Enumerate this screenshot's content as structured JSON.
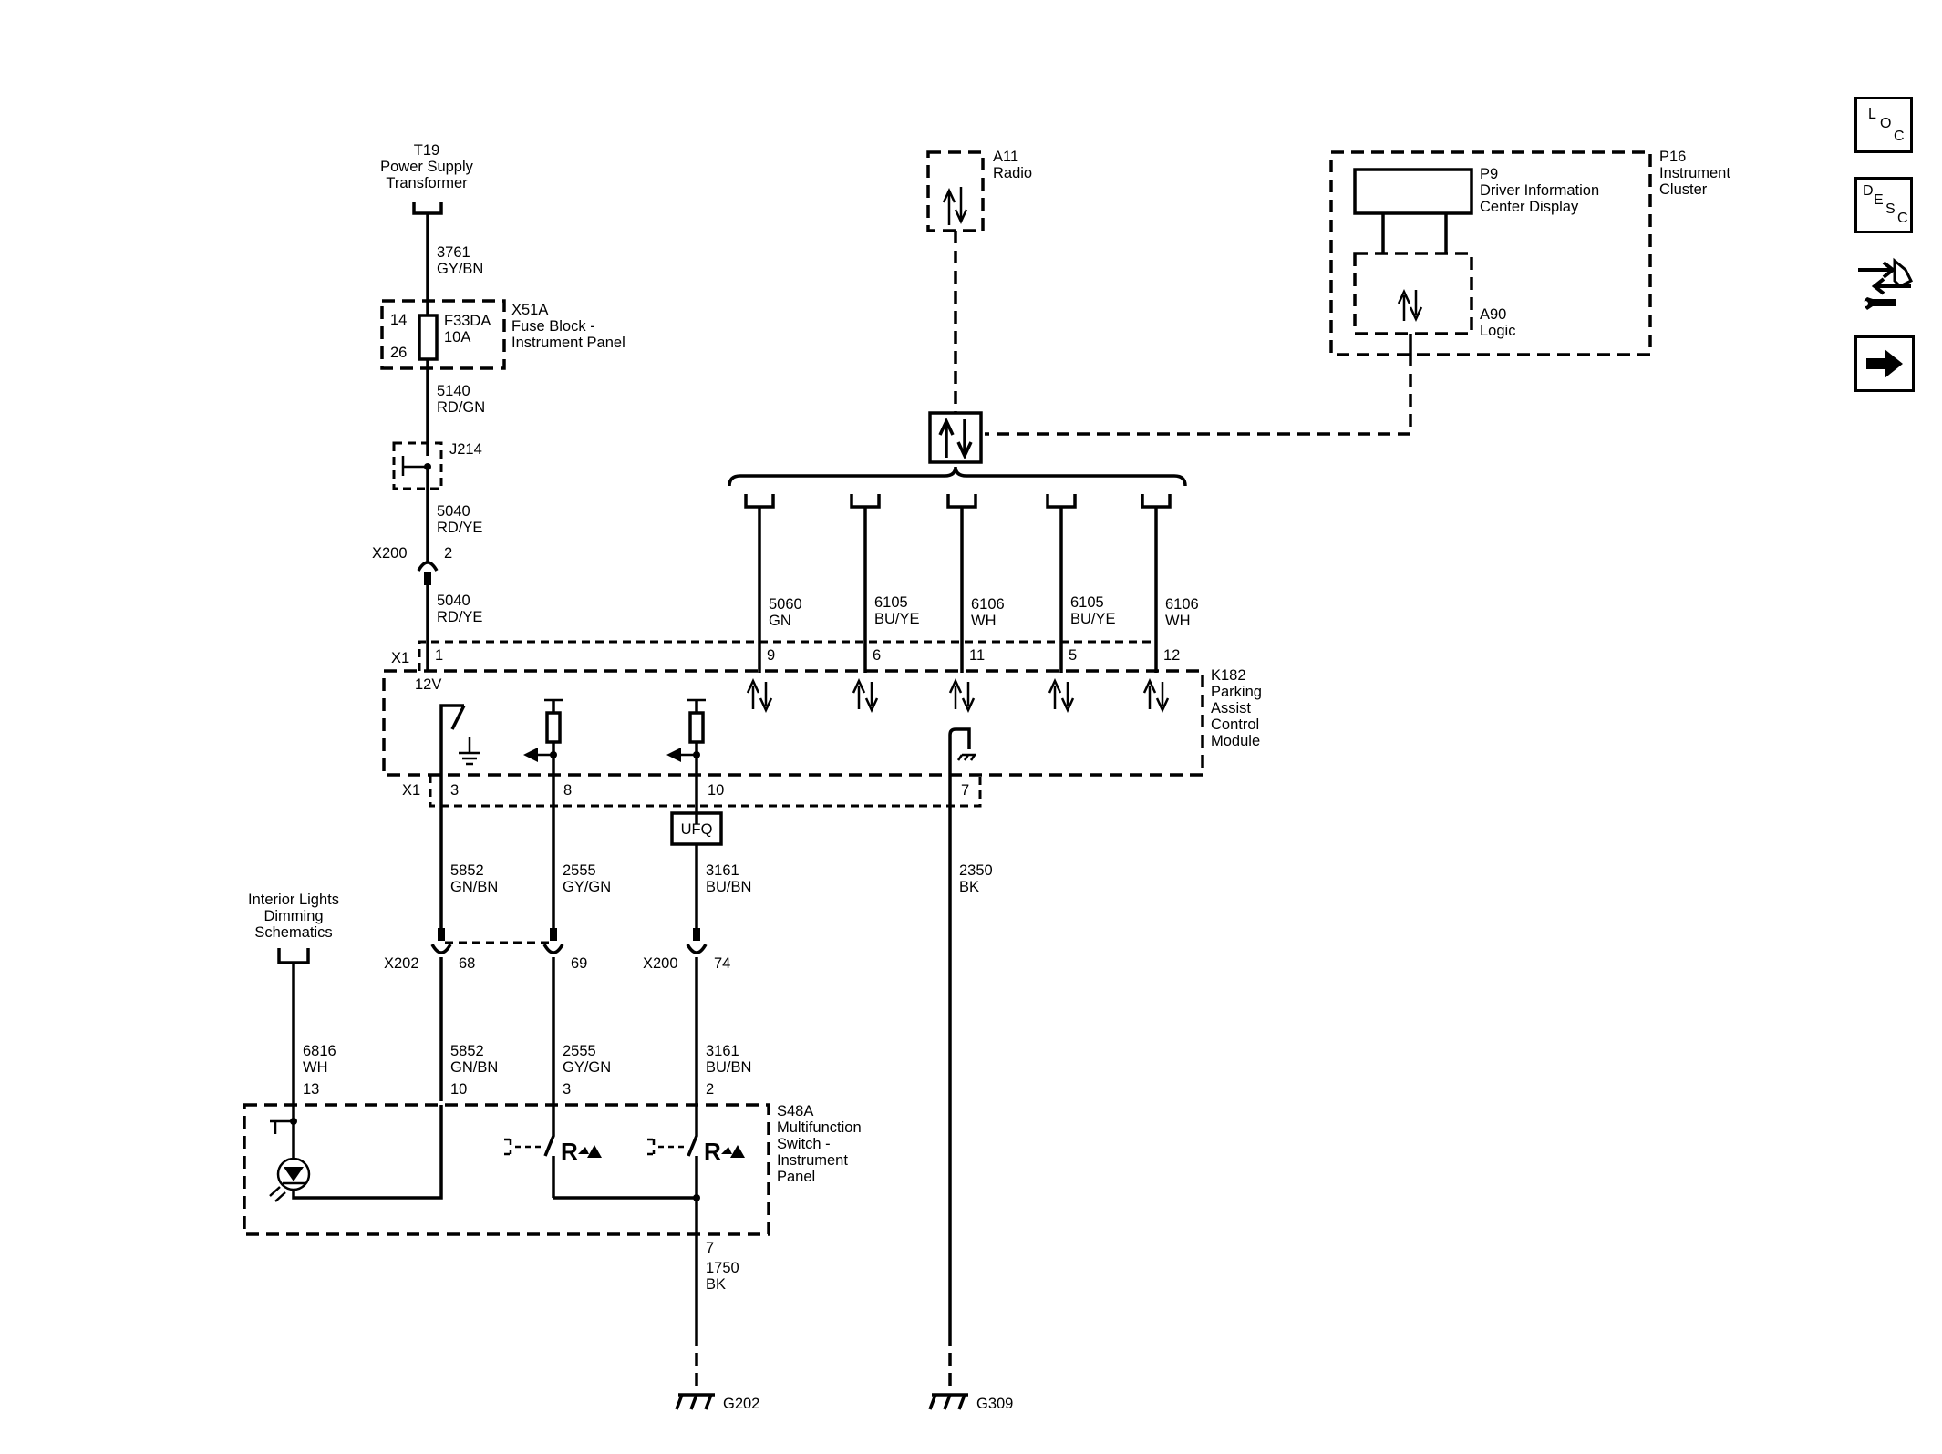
{
  "components": {
    "t19": {
      "ref": "T19",
      "line1": "Power Supply",
      "line2": "Transformer"
    },
    "x51a": {
      "ref": "X51A",
      "line1": "Fuse Block -",
      "line2": "Instrument Panel",
      "pin_in": "14",
      "pin_out": "26",
      "fuse": "F33DA",
      "rating": "10A"
    },
    "j214": {
      "ref": "J214"
    },
    "x200_top": {
      "ref": "X200",
      "pin": "2"
    },
    "a11": {
      "ref": "A11",
      "name": "Radio"
    },
    "p16": {
      "ref": "P16",
      "line1": "Instrument",
      "line2": "Cluster"
    },
    "p9": {
      "ref": "P9",
      "line1": "Driver Information",
      "line2": "Center Display"
    },
    "a90": {
      "ref": "A90",
      "name": "Logic"
    },
    "k182": {
      "ref": "K182",
      "line1": "Parking",
      "line2": "Assist",
      "line3": "Control",
      "line4": "Module",
      "conn_top": "X1",
      "conn_bottom": "X1",
      "voltage": "12V",
      "ufq": "UFQ"
    },
    "interior": {
      "line1": "Interior Lights",
      "line2": "Dimming",
      "line3": "Schematics"
    },
    "x202": {
      "ref": "X202",
      "pin_a": "68",
      "pin_b": "69"
    },
    "x200_bot": {
      "ref": "X200",
      "pin": "74"
    },
    "s48a": {
      "ref": "S48A",
      "line1": "Multifunction",
      "line2": "Switch -",
      "line3": "Instrument",
      "line4": "Panel",
      "pin_13": "13",
      "pin_10": "10",
      "pin_3": "3",
      "pin_2": "2",
      "pin_7": "7"
    },
    "g202": {
      "ref": "G202"
    },
    "g309": {
      "ref": "G309"
    }
  },
  "pins_top": [
    "1",
    "9",
    "6",
    "11",
    "5",
    "12"
  ],
  "pins_bottom": [
    "3",
    "8",
    "10",
    "7"
  ],
  "wires": {
    "w3761": {
      "circuit": "3761",
      "color": "GY/BN"
    },
    "w5140": {
      "circuit": "5140",
      "color": "RD/GN"
    },
    "w5040a": {
      "circuit": "5040",
      "color": "RD/YE"
    },
    "w5040b": {
      "circuit": "5040",
      "color": "RD/YE"
    },
    "w5060": {
      "circuit": "5060",
      "color": "GN"
    },
    "w6105a": {
      "circuit": "6105",
      "color": "BU/YE"
    },
    "w6106a": {
      "circuit": "6106",
      "color": "WH"
    },
    "w6105b": {
      "circuit": "6105",
      "color": "BU/YE"
    },
    "w6106b": {
      "circuit": "6106",
      "color": "WH"
    },
    "w5852a": {
      "circuit": "5852",
      "color": "GN/BN"
    },
    "w2555a": {
      "circuit": "2555",
      "color": "GY/GN"
    },
    "w3161a": {
      "circuit": "3161",
      "color": "BU/BN"
    },
    "w2350": {
      "circuit": "2350",
      "color": "BK"
    },
    "w6816": {
      "circuit": "6816",
      "color": "WH"
    },
    "w5852b": {
      "circuit": "5852",
      "color": "GN/BN"
    },
    "w2555b": {
      "circuit": "2555",
      "color": "GY/GN"
    },
    "w3161b": {
      "circuit": "3161",
      "color": "BU/BN"
    },
    "w1750": {
      "circuit": "1750",
      "color": "BK"
    }
  },
  "sidebar": {
    "loc": {
      "l1": "L",
      "l2": "O",
      "l3": "C"
    },
    "desc": {
      "l1": "D",
      "l2": "E",
      "l3": "S",
      "l4": "C"
    }
  }
}
